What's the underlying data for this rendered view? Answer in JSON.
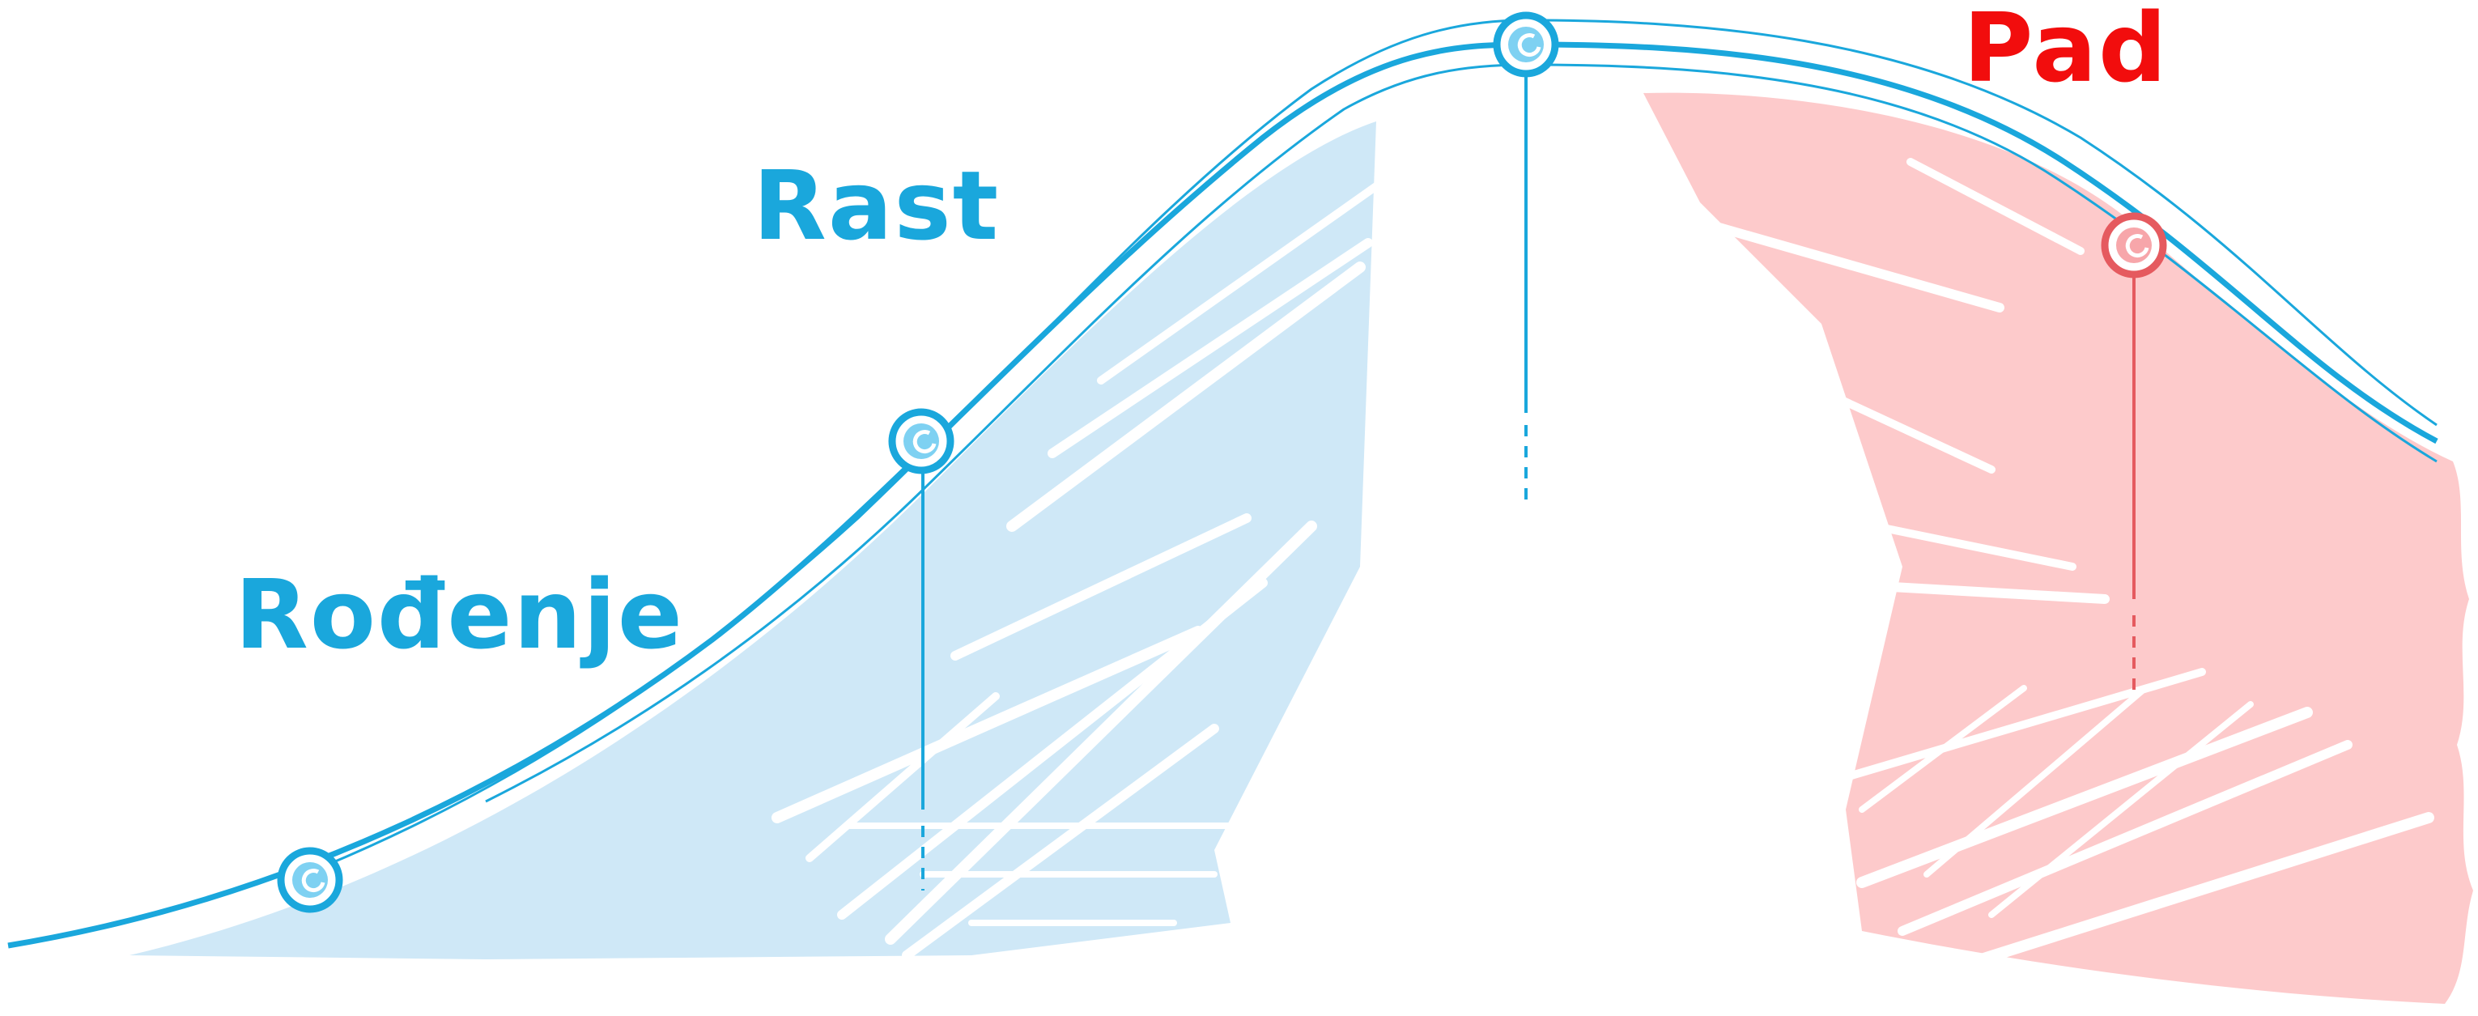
{
  "labels": {
    "birth": "Rođenje",
    "growth": "Rast",
    "decline": "Pad"
  },
  "colors": {
    "blue": "#1aa7dc",
    "blue_fill": "#cfe8f7",
    "red": "#f20d0d",
    "red_fill": "#fdcacb",
    "red_marker": "#e55a5f"
  },
  "markers": [
    {
      "name": "birth-point",
      "color": "blue"
    },
    {
      "name": "growth-point",
      "color": "blue"
    },
    {
      "name": "peak-point",
      "color": "blue"
    },
    {
      "name": "decline-point",
      "color": "red"
    }
  ]
}
